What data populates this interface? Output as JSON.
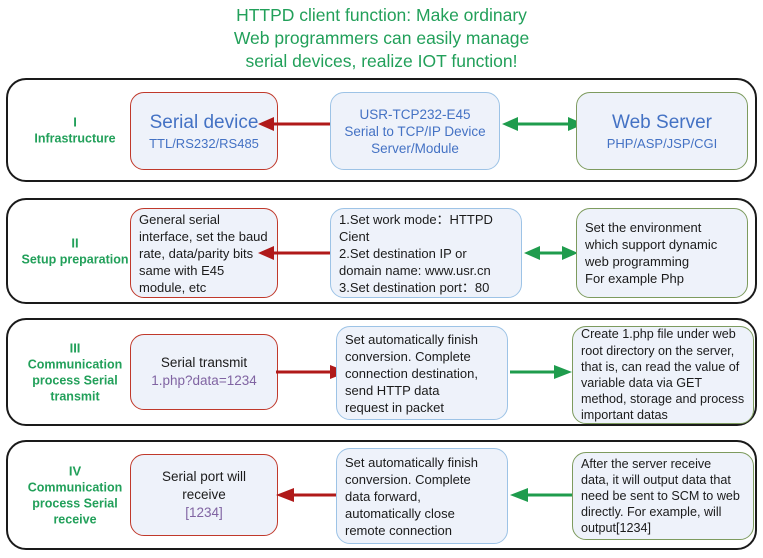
{
  "title": {
    "lines": [
      "HTTPD client function: Make ordinary",
      "Web programmers can easily manage",
      "serial devices, realize IOT function!"
    ],
    "color": "#22a05a"
  },
  "colors": {
    "title_green": "#22a05a",
    "label_green": "#22a05a",
    "arrow_red": "#b01a1a",
    "arrow_green": "#1f9c4d",
    "box_fill": "#eef2fa",
    "border_red": "#c0392b",
    "border_blue": "#9dc3e6",
    "border_green": "#7d9b5e",
    "text_blue": "#4472c4",
    "text_purple": "#8064a2",
    "panel_border": "#1a1a1a"
  },
  "rows": [
    {
      "numeral": "I",
      "stage_name": "Infrastructure",
      "left_box": {
        "title": "Serial device",
        "subtitle": "TTL/RS232/RS485",
        "border": "red"
      },
      "middle_box": {
        "lines": [
          "USR-TCP232-E45",
          "Serial to TCP/IP Device",
          "Server/Module"
        ],
        "border": "blue"
      },
      "right_box": {
        "title": "Web Server",
        "subtitle": "PHP/ASP/JSP/CGI",
        "border": "green"
      },
      "arrow_left": {
        "color": "#b01a1a",
        "direction": "both"
      },
      "arrow_right": {
        "color": "#1f9c4d",
        "direction": "both"
      }
    },
    {
      "numeral": "II",
      "stage_name": "Setup preparation",
      "left_box": {
        "lines": [
          "General serial",
          "interface, set the baud",
          "rate, data/parity bits",
          "same with E45",
          "module, etc"
        ],
        "border": "red"
      },
      "middle_box": {
        "lines": [
          "1.Set work mode：HTTPD",
          "Cient",
          "2.Set destination IP or",
          "domain name: www.usr.cn",
          "3.Set destination port：80"
        ],
        "border": "blue"
      },
      "right_box": {
        "lines": [
          "Set the environment",
          "which support dynamic",
          "web programming",
          "For example Php"
        ],
        "border": "green"
      },
      "arrow_left": {
        "color": "#b01a1a",
        "direction": "both"
      },
      "arrow_right": {
        "color": "#1f9c4d",
        "direction": "both"
      }
    },
    {
      "numeral": "III",
      "stage_name": "Communication process Serial transmit",
      "left_box": {
        "title": "Serial transmit",
        "subtitle": "1.php?data=1234",
        "border": "red"
      },
      "middle_box": {
        "lines": [
          "Set automatically finish",
          "conversion. Complete",
          "connection destination,",
          "send HTTP data",
          "request in packet"
        ],
        "border": "blue"
      },
      "right_box": {
        "lines": [
          "Create 1.php file under web",
          "root directory on the server,",
          "that is, can read the value of",
          "variable data via GET",
          "method, storage and process",
          "important datas"
        ],
        "border": "green"
      },
      "arrow_left": {
        "color": "#b01a1a",
        "direction": "right"
      },
      "arrow_right": {
        "color": "#1f9c4d",
        "direction": "right"
      }
    },
    {
      "numeral": "IV",
      "stage_name": "Communication process Serial receive",
      "left_box": {
        "title": "Serial port will receive",
        "subtitle": "[1234]",
        "border": "red"
      },
      "middle_box": {
        "lines": [
          "Set automatically finish",
          "conversion. Complete",
          "data forward,",
          "automatically close",
          "remote connection"
        ],
        "border": "blue"
      },
      "right_box": {
        "lines": [
          "After the server receive",
          "data, it will output data that",
          "need be sent to SCM to web",
          "directly. For example, will",
          "output[1234]"
        ],
        "border": "green"
      },
      "arrow_left": {
        "color": "#b01a1a",
        "direction": "left"
      },
      "arrow_right": {
        "color": "#1f9c4d",
        "direction": "left"
      }
    }
  ]
}
